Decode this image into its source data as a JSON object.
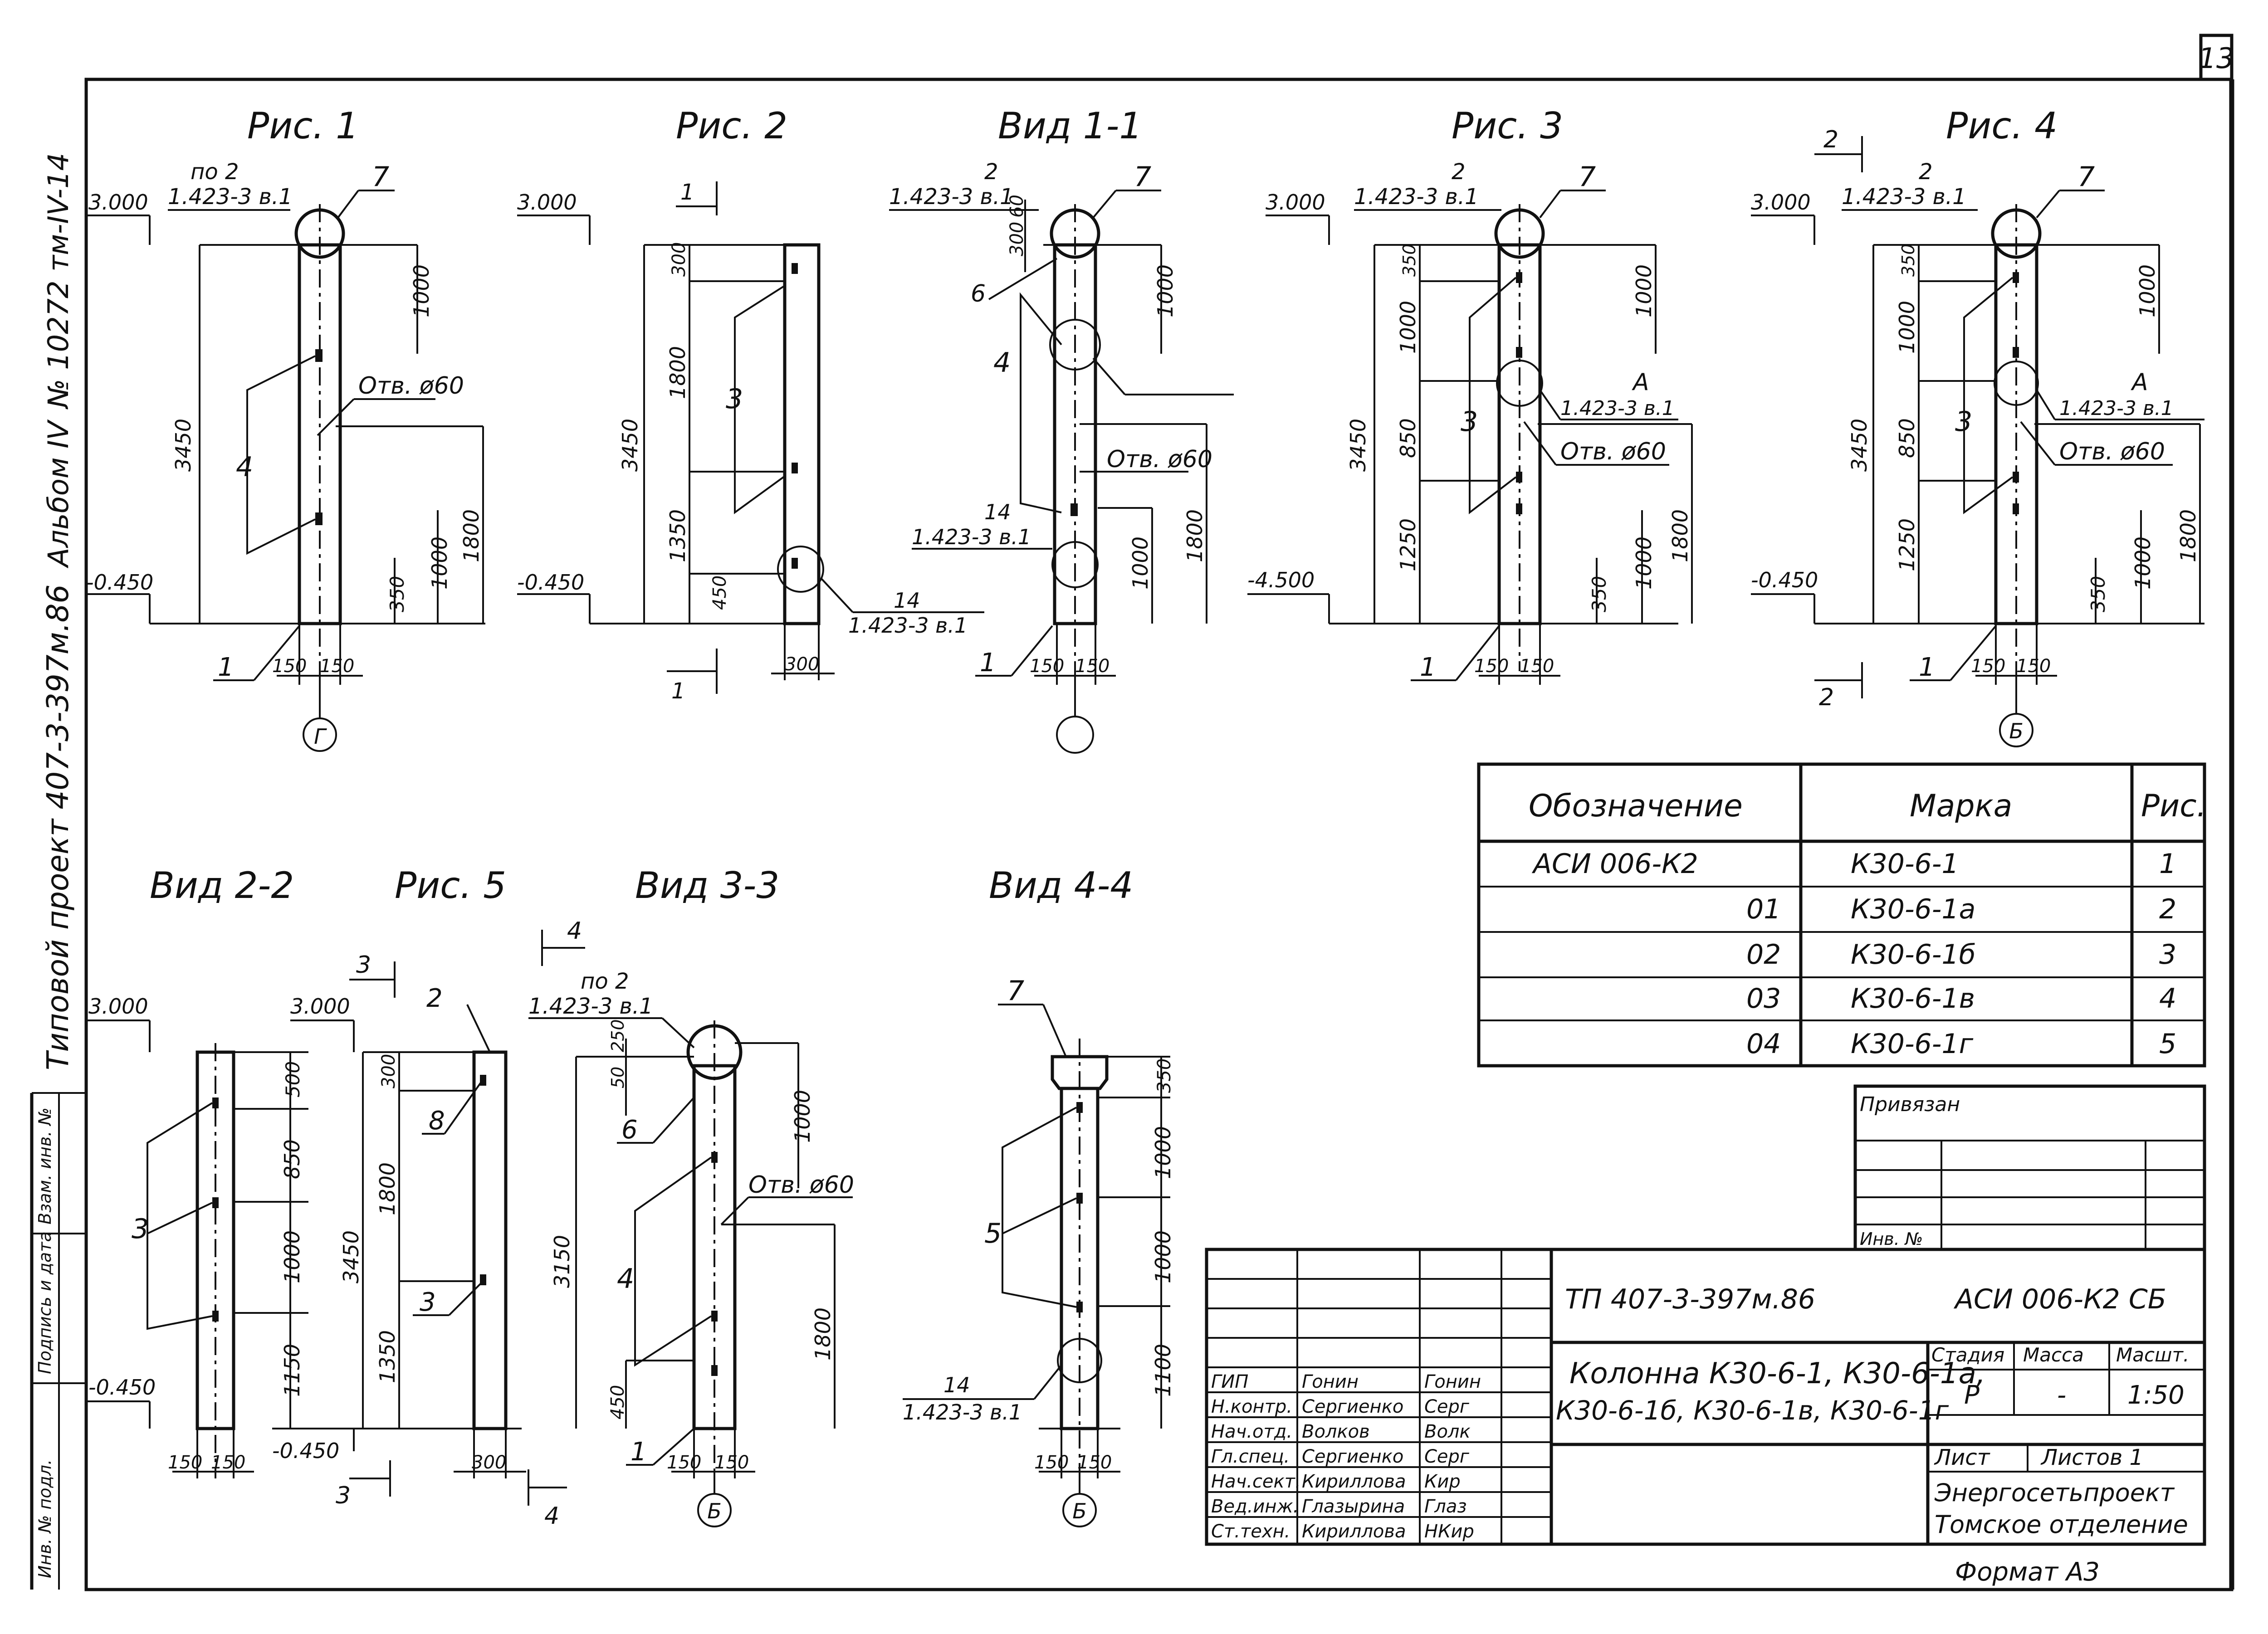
{
  "sheet": {
    "page_number": "13",
    "format_label": "Формат А3",
    "side_stamp": {
      "album": "Альбом IV",
      "number": "№ 10272 тм-IV-14",
      "project": "Типовой проект 407-3-397м.86",
      "cells": [
        "Инв. № подл.",
        "Подпись и дата",
        "Взам. инв. №"
      ]
    }
  },
  "figures": [
    {
      "id": "fig1",
      "title": "Рис. 1",
      "elev_top": "3.000",
      "elev_bottom": "-0.450",
      "ref_note_top": "по 2",
      "ref_note_bottom": "1.423-3 в.1",
      "dims": [
        "3450",
        "1000",
        "1800",
        "1000",
        "350",
        "150",
        "150"
      ],
      "callouts": [
        "7",
        "4",
        "1",
        "Отв. ø60"
      ],
      "section_mark": "Г"
    },
    {
      "id": "fig2",
      "title": "Рис. 2",
      "elev_top": "3.000",
      "elev_bottom": "-0.450",
      "dims": [
        "3450",
        "300",
        "1800",
        "1350",
        "450",
        "300"
      ],
      "callouts": [
        "3",
        "14",
        "1.423-3 в.1"
      ],
      "section_mark": "1"
    },
    {
      "id": "view11",
      "title": "Вид 1-1",
      "ref_note_top": "2",
      "ref_note_bottom": "1.423-3 в.1",
      "dims": [
        "300",
        "60",
        "1000",
        "1800",
        "1000",
        "150",
        "150"
      ],
      "callouts": [
        "7",
        "6",
        "4",
        "14",
        "1.423-3 в.1",
        "1",
        "Отв. ø60"
      ]
    },
    {
      "id": "fig3",
      "title": "Рис. 3",
      "elev_top": "3.000",
      "elev_bottom": "-4.500",
      "ref_note_top": "2",
      "ref_note_bottom": "1.423-3 в.1",
      "dims": [
        "3450",
        "350",
        "1000",
        "850",
        "1250",
        "1000",
        "1800",
        "350",
        "1000",
        "150",
        "150"
      ],
      "callouts": [
        "7",
        "3",
        "1",
        "А",
        "1.423-3 в.1",
        "Отв. ø60"
      ]
    },
    {
      "id": "fig4",
      "title": "Рис. 4",
      "elev_top": "3.000",
      "elev_bottom": "-0.450",
      "ref_note_top": "2",
      "ref_note_bottom": "1.423-3 в.1",
      "dims": [
        "3450",
        "350",
        "1000",
        "850",
        "1250",
        "1000",
        "1800",
        "350",
        "1000",
        "150",
        "150"
      ],
      "callouts": [
        "7",
        "3",
        "1",
        "А",
        "1.423-3 в.1",
        "Отв. ø60"
      ],
      "section_mark": "Б",
      "section_arrows": [
        "2",
        "2"
      ]
    },
    {
      "id": "view22",
      "title": "Вид 2-2",
      "elev_top": "3.000",
      "elev_bottom": "-0.450",
      "dims": [
        "500",
        "850",
        "1000",
        "1150",
        "150",
        "150"
      ],
      "callouts": [
        "3"
      ]
    },
    {
      "id": "fig5",
      "title": "Рис. 5",
      "elev_top": "3.000",
      "elev_bottom": "-0.450",
      "dims": [
        "3450",
        "300",
        "1800",
        "1350",
        "300"
      ],
      "callouts": [
        "2",
        "8",
        "3"
      ],
      "section_arrows": [
        "3",
        "3"
      ]
    },
    {
      "id": "view33",
      "title": "Вид 3-3",
      "ref_note_top": "по 2",
      "ref_note_bottom": "1.423-3 в.1",
      "dims": [
        "3150",
        "50",
        "250",
        "1000",
        "1800",
        "450",
        "150",
        "150"
      ],
      "callouts": [
        "6",
        "4",
        "1",
        "Отв. ø60"
      ],
      "section_mark": "Б",
      "section_arrows": [
        "4",
        "4"
      ]
    },
    {
      "id": "view44",
      "title": "Вид 4-4",
      "dims": [
        "350",
        "1000",
        "1000",
        "1100",
        "150",
        "150"
      ],
      "callouts": [
        "7",
        "5",
        "14",
        "1.423-3 в.1"
      ],
      "section_mark": "Б"
    }
  ],
  "spec_table": {
    "headers": [
      "Обозначение",
      "Марка",
      "Рис."
    ],
    "rows": [
      {
        "designation": "АСИ 006-К2",
        "mark": "К30-6-1",
        "fig": "1"
      },
      {
        "designation": "01",
        "mark": "К30-6-1а",
        "fig": "2"
      },
      {
        "designation": "02",
        "mark": "К30-6-1б",
        "fig": "3"
      },
      {
        "designation": "03",
        "mark": "К30-6-1в",
        "fig": "4"
      },
      {
        "designation": "04",
        "mark": "К30-6-1г",
        "fig": "5"
      }
    ]
  },
  "privyazan": {
    "label": "Привязан",
    "inv_label": "Инв. №"
  },
  "title_block": {
    "project_code": "ТП 407-3-397м.86",
    "doc_code": "АСИ 006-К2 СБ",
    "title_line1": "Колонна К30-6-1, К30-6-1а,",
    "title_line2": "К30-6-1б, К30-6-1в, К30-6-1г",
    "stage_header": "Стадия",
    "mass_header": "Масса",
    "scale_header": "Масшт.",
    "stage": "Р",
    "mass": "-",
    "scale": "1:50",
    "sheet_label": "Лист",
    "sheets_label": "Листов 1",
    "org_line1": "Энергосетьпроект",
    "org_line2": "Томское отделение",
    "signatures": [
      {
        "role": "ГИП",
        "name": "Гонин",
        "sign": "Гонин"
      },
      {
        "role": "Н.контр.",
        "name": "Сергиенко",
        "sign": "Серг"
      },
      {
        "role": "Нач.отд.",
        "name": "Волков",
        "sign": "Волк"
      },
      {
        "role": "Гл.спец.",
        "name": "Сергиенко",
        "sign": "Серг"
      },
      {
        "role": "Нач.сект.",
        "name": "Кириллова",
        "sign": "Кир"
      },
      {
        "role": "Вед.инж.",
        "name": "Глазырина",
        "sign": "Глаз"
      },
      {
        "role": "Ст.техн.",
        "name": "Кириллова",
        "sign": "НКир"
      }
    ]
  }
}
